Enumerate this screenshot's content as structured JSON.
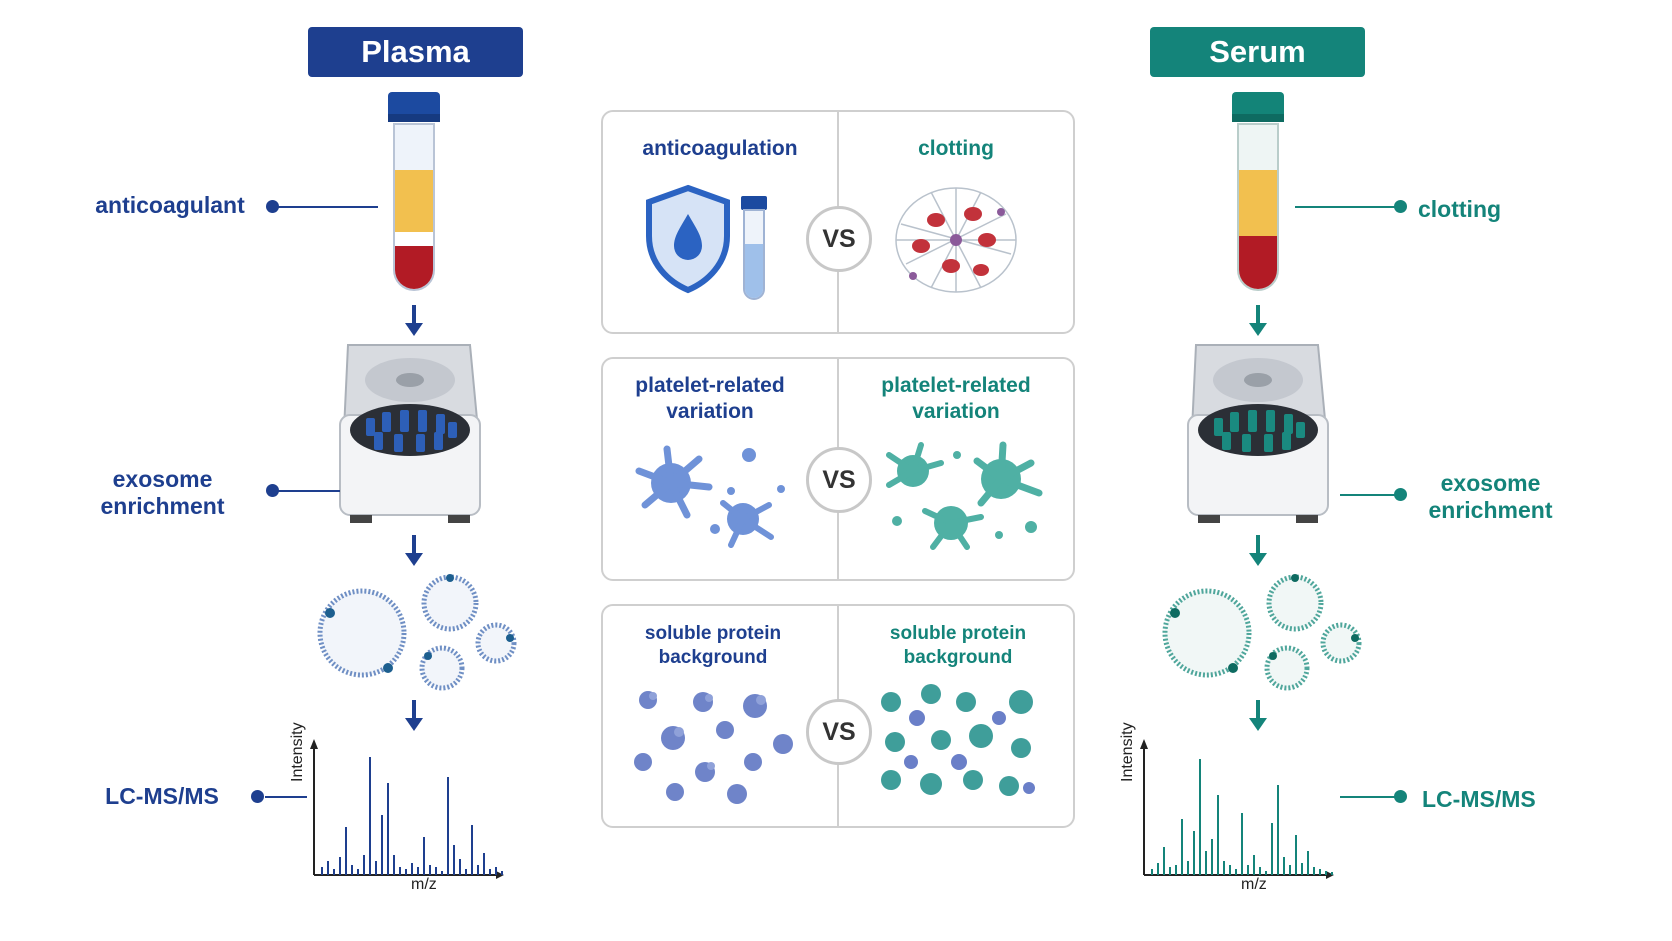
{
  "left": {
    "title": "Plasma",
    "color": "#1e3f8f",
    "labels": {
      "tube": "anticoagulant",
      "centrifuge": "exosome enrichment",
      "ms": "LC-MS/MS"
    },
    "chart": {
      "ylabel": "Intensity",
      "xlabel": "m/z"
    }
  },
  "right": {
    "title": "Serum",
    "color": "#14847a",
    "labels": {
      "tube": "clotting",
      "centrifuge": "exosome enrichment",
      "ms": "LC-MS/MS"
    },
    "chart": {
      "ylabel": "Intensity",
      "xlabel": "m/z"
    }
  },
  "comparisons": [
    {
      "left": "anticoagulation",
      "right": "clotting",
      "vs": "VS"
    },
    {
      "left": "platelet-related variation",
      "right": "platelet-related variation",
      "vs": "VS"
    },
    {
      "left": "soluble protein background",
      "right": "soluble protein background",
      "vs": "VS"
    }
  ],
  "icons": [
    "test-tube-icon",
    "centrifuge-icon",
    "exosome-vesicle-icon",
    "mass-spectrum-icon",
    "shield-drop-icon",
    "fibrin-clot-icon",
    "platelet-icon",
    "protein-cluster-icon",
    "down-arrow-icon"
  ]
}
